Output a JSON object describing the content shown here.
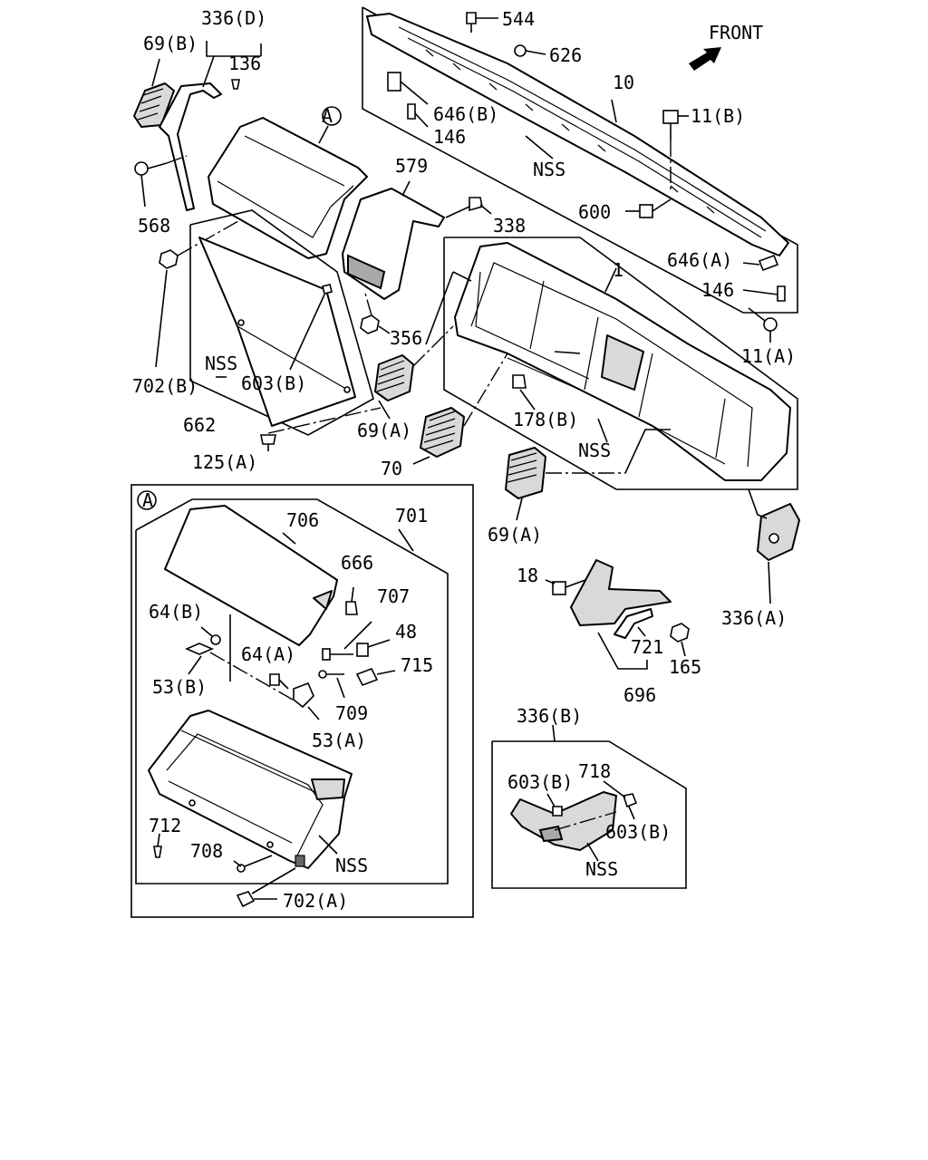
{
  "direction": {
    "front": "FRONT"
  },
  "callouts": {
    "A": "A",
    "A_panel": "A"
  },
  "labels": {
    "336D": "336(D)",
    "69B": "69(B)",
    "136": "136",
    "568": "568",
    "702B": "702(B)",
    "662": "662",
    "NSS_left": "NSS",
    "603B_left": "603(B)",
    "125A": "125(A)",
    "579": "579",
    "338": "338",
    "356": "356",
    "69A_top": "69(A)",
    "70": "70",
    "544": "544",
    "626": "626",
    "646B": "646(B)",
    "146_top": "146",
    "10": "10",
    "11B": "11(B)",
    "NSS_top": "NSS",
    "600": "600",
    "646A": "646(A)",
    "146_right": "146",
    "11A": "11(A)",
    "1": "1",
    "178B": "178(B)",
    "NSS_mid": "NSS",
    "69A_bottom": "69(A)",
    "336A": "336(A)",
    "18": "18",
    "721": "721",
    "165": "165",
    "696": "696",
    "336B": "336(B)",
    "603B_b1": "603(B)",
    "718": "718",
    "603B_b2": "603(B)",
    "NSS_b": "NSS",
    "706": "706",
    "701": "701",
    "666": "666",
    "64B": "64(B)",
    "707": "707",
    "48": "48",
    "64A": "64(A)",
    "715": "715",
    "53B": "53(B)",
    "709": "709",
    "53A": "53(A)",
    "712": "712",
    "708": "708",
    "NSS_panel": "NSS",
    "702A": "702(A)"
  }
}
